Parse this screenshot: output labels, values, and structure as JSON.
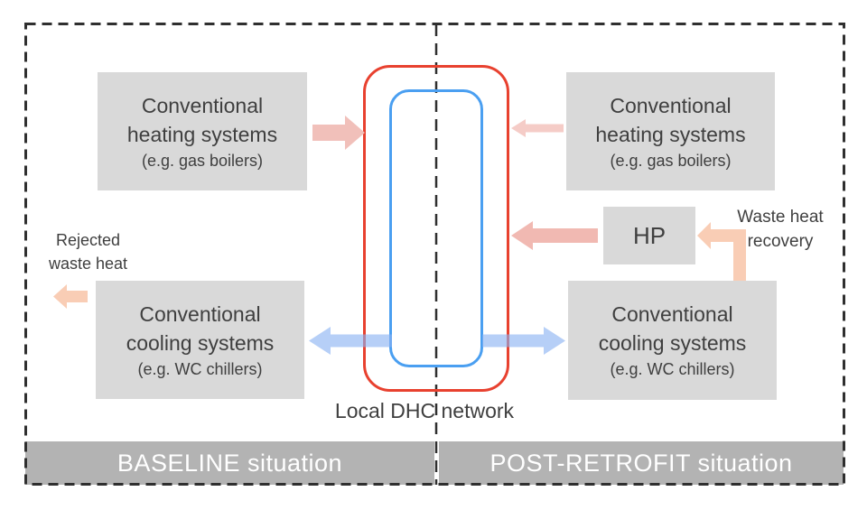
{
  "network_label": "Local DHC network",
  "left_panel": {
    "heating_box": {
      "line1": "Conventional",
      "line2": "heating systems",
      "line3": "(e.g. gas boilers)"
    },
    "cooling_box": {
      "line1": "Conventional",
      "line2": "cooling systems",
      "line3": "(e.g. WC chillers)"
    },
    "rejected_label": {
      "line1": "Rejected",
      "line2": "waste heat"
    },
    "banner": "BASELINE situation"
  },
  "right_panel": {
    "heating_box": {
      "line1": "Conventional",
      "line2": "heating systems",
      "line3": "(e.g. gas boilers)"
    },
    "hp_box": {
      "label": "HP"
    },
    "cooling_box": {
      "line1": "Conventional",
      "line2": "cooling systems",
      "line3": "(e.g. WC chillers)"
    },
    "waste_heat_recovery_label": {
      "line1": "Waste heat",
      "line2": "recovery"
    },
    "banner": "POST-RETROFIT situation"
  },
  "colors": {
    "box_fill": "#d9d9d9",
    "banner_fill": "#b3b3b3",
    "banner_text": "#ffffff",
    "body_text": "#3f3f3f",
    "dashed_border": "#2f2f2f",
    "dhc_hot_ring": "#e8412f",
    "dhc_cold_ring": "#4a9ff1",
    "heating_flow_arrow": "#f1c0ba",
    "heating_flow_arrow_light": "#f5ccc7",
    "cooling_flow_arrow": "#c6d9f8",
    "waste_heat_arrow": "#f9cdb5"
  }
}
